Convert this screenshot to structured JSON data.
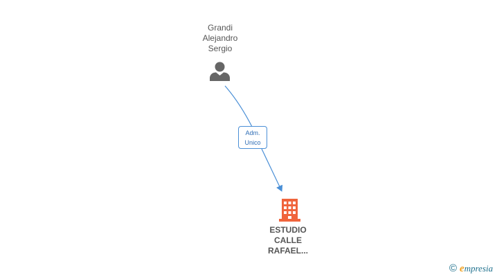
{
  "nodes": {
    "person": {
      "name_lines": [
        "Grandi",
        "Alejandro",
        "Sergio"
      ],
      "icon": "person-icon",
      "color": "#666666"
    },
    "company": {
      "name_lines": [
        "ESTUDIO",
        "CALLE",
        "RAFAEL..."
      ],
      "icon": "building-icon",
      "color": "#f0643c"
    }
  },
  "edge": {
    "label_lines": [
      "Adm.",
      "Unico"
    ],
    "color": "#4a8fd6"
  },
  "footer": {
    "copyright": "©",
    "brand_initial": "e",
    "brand_rest": "mpresia"
  }
}
